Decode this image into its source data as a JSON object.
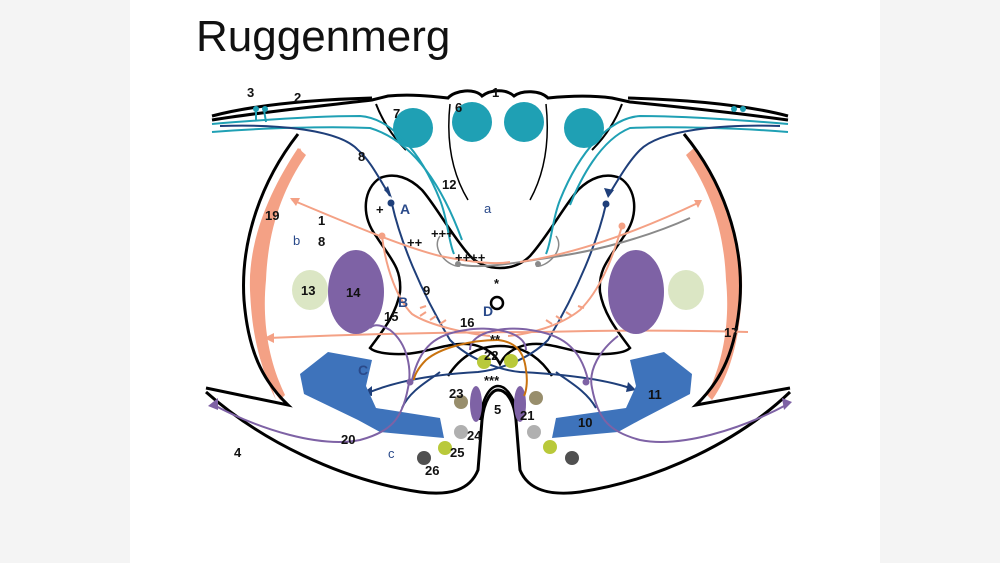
{
  "slide": {
    "title": "Ruggenmerg"
  },
  "labels": {
    "n1": "1",
    "n2": "2",
    "n3": "3",
    "n4": "4",
    "n5": "5",
    "n6": "6",
    "n7": "7",
    "n8": "8",
    "n9": "9",
    "n10": "10",
    "n11": "11",
    "n12": "12",
    "n13": "13",
    "n14": "14",
    "n15": "15",
    "n16": "16",
    "n17": "17",
    "n18a": "1",
    "n18b": "8",
    "n19": "19",
    "n20": "20",
    "n21": "21",
    "n22": "22",
    "n23": "23",
    "n24": "24",
    "n25": "25",
    "n26": "26"
  },
  "regions": {
    "a": "a",
    "b": "b",
    "c": "c",
    "A": "A",
    "B": "B",
    "C": "C",
    "D": "D"
  },
  "markers": {
    "plus1": "+",
    "plus2": "++",
    "plus3": "+++",
    "plus4": "++++",
    "star1": "*",
    "star2": "**",
    "star3": "***"
  },
  "colors": {
    "outline": "#000000",
    "cyan": "#1fa0b4",
    "navy": "#1f3f7a",
    "salmon": "#f4a185",
    "blue_block": "#3e73bb",
    "purple": "#7e62a5",
    "pale_green": "#dbe6c4",
    "lime": "#b9c93a",
    "olive": "#988e6c",
    "grey": "#b0b0b0",
    "dark_grey": "#505050",
    "orange": "#c9730f",
    "grey_fiber": "#8a8a8a"
  }
}
